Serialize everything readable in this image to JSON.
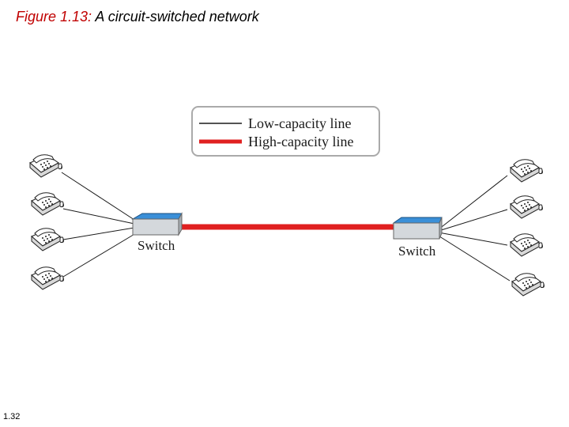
{
  "title": {
    "figure_number": "Figure 1.13:",
    "caption": "A circuit-switched network"
  },
  "legend": {
    "items": [
      {
        "label": "Low-capacity line",
        "color": "#1a1a1a"
      },
      {
        "label": "High-capacity line",
        "color": "#e02020"
      }
    ]
  },
  "switches": [
    {
      "label": "Switch"
    },
    {
      "label": "Switch"
    }
  ],
  "slide_number": "1.32",
  "colors": {
    "figure_number": "#c00000",
    "high_capacity_line": "#e02020",
    "low_capacity_line": "#1a1a1a",
    "switch_top": "#3a8fd8",
    "switch_body": "#d4d8dc"
  }
}
